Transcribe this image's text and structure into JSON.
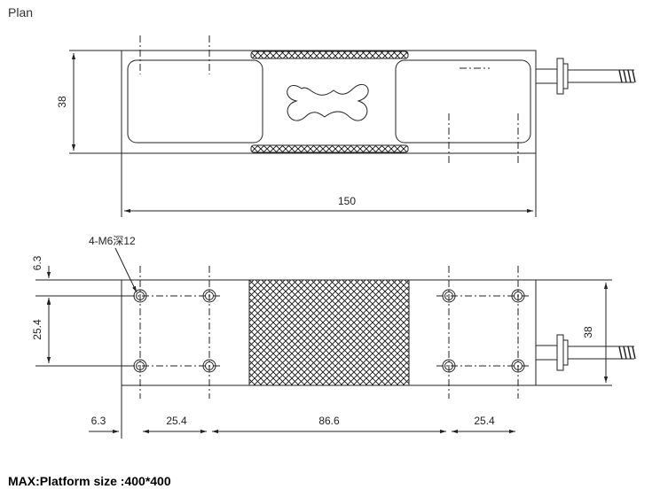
{
  "header": {
    "title": "Plan"
  },
  "footer": {
    "text": "MAX:Platform size :400*400"
  },
  "drawing": {
    "top_view": {
      "height_dim": "38",
      "length_dim": "150"
    },
    "bottom_view": {
      "thread_callout": "4-M6深12",
      "dim_top_offset": "6.3",
      "dim_hole_pitch_v": "25.4",
      "dim_height": "38",
      "dim_left_offset": "6.3",
      "dim_pitch_left": "25.4",
      "dim_center": "86.6",
      "dim_pitch_right": "25.4"
    }
  }
}
